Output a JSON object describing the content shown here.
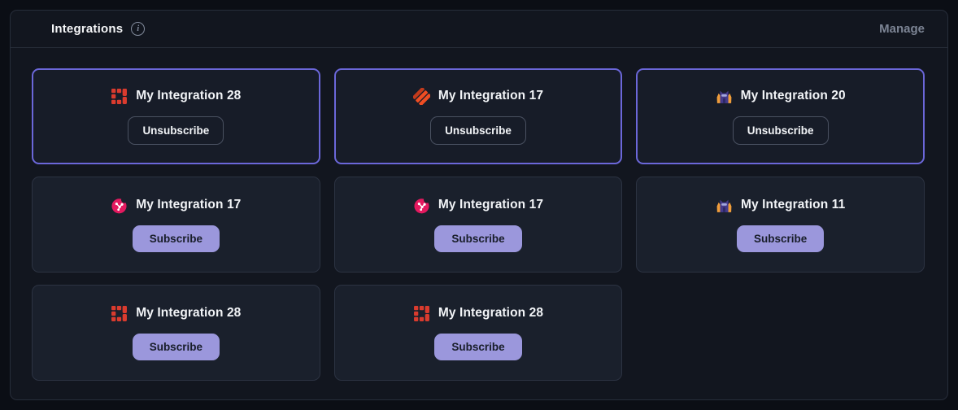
{
  "header": {
    "title": "Integrations",
    "info_icon": "info-icon",
    "manage_label": "Manage"
  },
  "cards": [
    {
      "title": "My Integration 28",
      "icon": "red-grid-icon",
      "state": "subscribed",
      "action_label": "Unsubscribe"
    },
    {
      "title": "My Integration 17",
      "icon": "orange-stripes-icon",
      "state": "subscribed",
      "action_label": "Unsubscribe"
    },
    {
      "title": "My Integration 20",
      "icon": "purple-mascot-icon",
      "state": "subscribed",
      "action_label": "Unsubscribe"
    },
    {
      "title": "My Integration 17",
      "icon": "pink-network-icon",
      "state": "not_subscribed",
      "action_label": "Subscribe"
    },
    {
      "title": "My Integration 17",
      "icon": "pink-network-icon",
      "state": "not_subscribed",
      "action_label": "Subscribe"
    },
    {
      "title": "My Integration 11",
      "icon": "purple-mascot-icon",
      "state": "not_subscribed",
      "action_label": "Subscribe"
    },
    {
      "title": "My Integration 28",
      "icon": "red-grid-icon",
      "state": "not_subscribed",
      "action_label": "Subscribe"
    },
    {
      "title": "My Integration 28",
      "icon": "red-grid-icon",
      "state": "not_subscribed",
      "action_label": "Subscribe"
    }
  ],
  "colors": {
    "page_bg": "#0b0e15",
    "panel_bg": "#12161f",
    "panel_border": "#272d3a",
    "card_bg": "#1a202c",
    "card_border": "#2c3342",
    "subscribed_accent_border": "#6b67d9",
    "subscribe_button_bg": "#9b97dc",
    "unsubscribe_button_border": "#4a5161",
    "title_text": "#f2f4f7",
    "manage_text": "#7c8494",
    "red_icon": "#da3b2e",
    "orange_icon": "#ef4d23",
    "pink_icon": "#e3195f",
    "purple_icon": "#453a8c"
  }
}
